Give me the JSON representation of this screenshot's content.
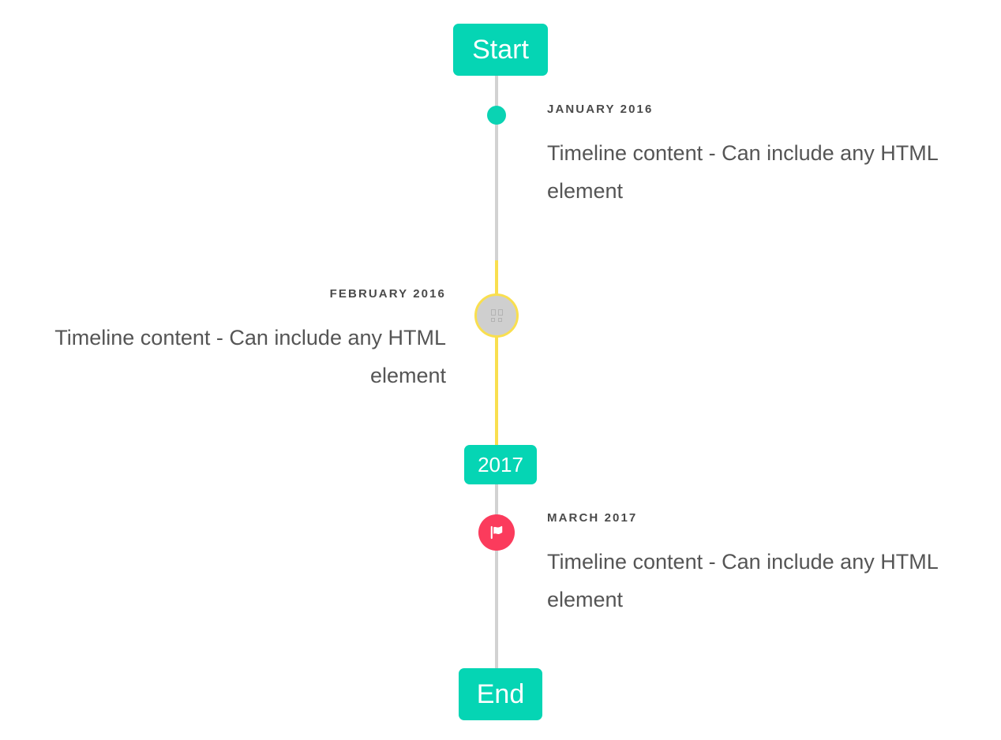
{
  "timeline": {
    "start_label": "Start",
    "middle_label": "2017",
    "end_label": "End",
    "colors": {
      "accent_teal": "#05d5b4",
      "marker_teal": "#0ad3b3",
      "rail_gray": "#d2d2d2",
      "rail_yellow": "#f9df4f",
      "marker_ring_fill": "#cfcfcf",
      "marker_flag": "#fb3b5c",
      "date_text": "#4a4a4a",
      "body_text": "#555555",
      "background": "#ffffff",
      "cap_text": "#ffffff"
    },
    "events": [
      {
        "date": "JANUARY 2016",
        "text": "Timeline content - Can include any HTML element",
        "side": "right",
        "marker": "dot-marker"
      },
      {
        "date": "FEBRUARY 2016",
        "text": "Timeline content - Can include any HTML element",
        "side": "left",
        "marker": "ring-marker"
      },
      {
        "date": "MARCH 2017",
        "text": "Timeline content - Can include any HTML element",
        "side": "right",
        "marker": "flag-marker"
      }
    ]
  }
}
